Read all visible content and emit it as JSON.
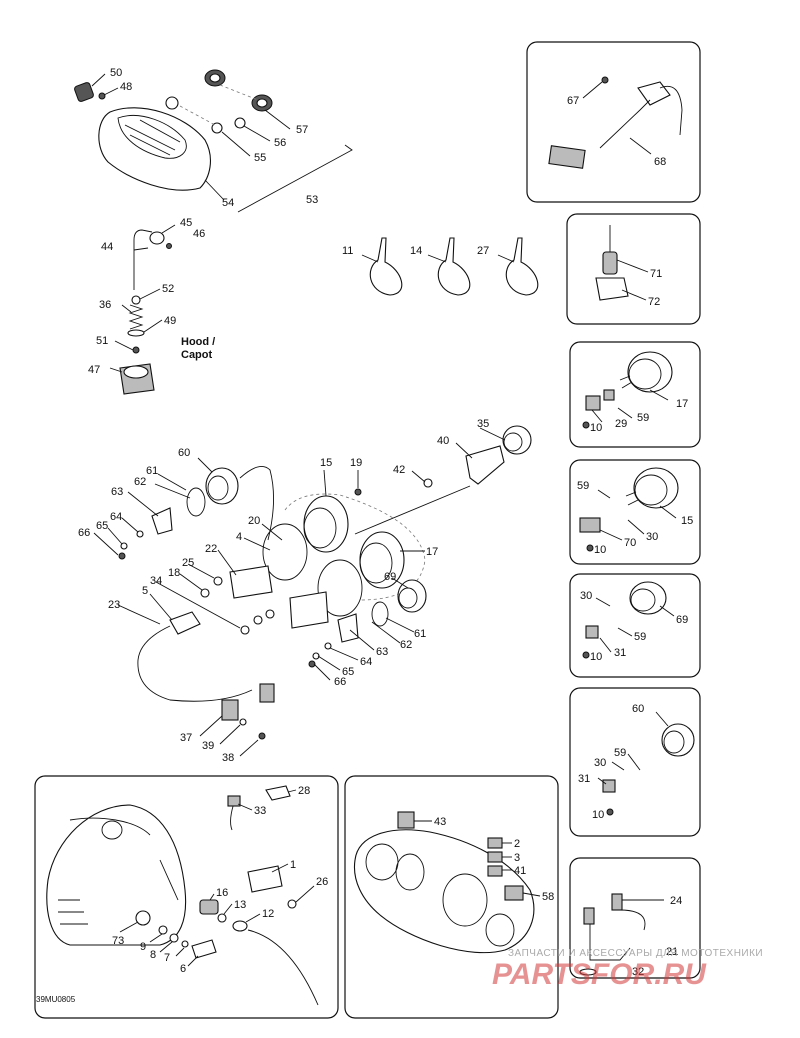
{
  "diagram_code": "39MU0805",
  "labels": {
    "l50": "50",
    "l48": "48",
    "l57": "57",
    "l56": "56",
    "l55": "55",
    "l54": "54",
    "l53": "53",
    "l45": "45",
    "l46": "46",
    "l44": "44",
    "l52": "52",
    "l36": "36",
    "l49": "49",
    "l51": "51",
    "l47": "47",
    "hood_line1": "Hood /",
    "hood_line2": "Capot",
    "l11": "11",
    "l14": "14",
    "l27": "27",
    "l67": "67",
    "l68": "68",
    "l71": "71",
    "l72": "72",
    "l17a": "17",
    "l29": "29",
    "l59a": "59",
    "l10a": "10",
    "l59b": "59",
    "l15a": "15",
    "l30a": "30",
    "l70": "70",
    "l10b": "10",
    "l30b": "30",
    "l69a": "69",
    "l59c": "59",
    "l31a": "31",
    "l10c": "10",
    "l60a": "60",
    "l30c": "30",
    "l59d": "59",
    "l31b": "31",
    "l10d": "10",
    "l24": "24",
    "l21": "21",
    "l32": "32",
    "l35": "35",
    "l40": "40",
    "l42": "42",
    "l19": "19",
    "l15b": "15",
    "l60b": "60",
    "l61a": "61",
    "l62a": "62",
    "l63a": "63",
    "l64a": "64",
    "l65a": "65",
    "l66a": "66",
    "l20": "20",
    "l4": "4",
    "l17b": "17",
    "l22": "22",
    "l25": "25",
    "l18": "18",
    "l34": "34",
    "l5": "5",
    "l23": "23",
    "l69b": "69",
    "l61b": "61",
    "l62b": "62",
    "l63b": "63",
    "l64b": "64",
    "l65b": "65",
    "l66b": "66",
    "l37": "37",
    "l39": "39",
    "l38": "38",
    "l28": "28",
    "l33": "33",
    "l1": "1",
    "l16": "16",
    "l13": "13",
    "l12": "12",
    "l26": "26",
    "l73": "73",
    "l9": "9",
    "l8": "8",
    "l7": "7",
    "l6": "6",
    "l43": "43",
    "l2": "2",
    "l3": "3",
    "l41": "41",
    "l58": "58"
  },
  "watermark": {
    "line1": "ЗАПЧАСТИ И АКСЕССУАРЫ ДЛЯ МОТОТЕХНИКИ",
    "line2": "PARTSFOR.RU"
  }
}
